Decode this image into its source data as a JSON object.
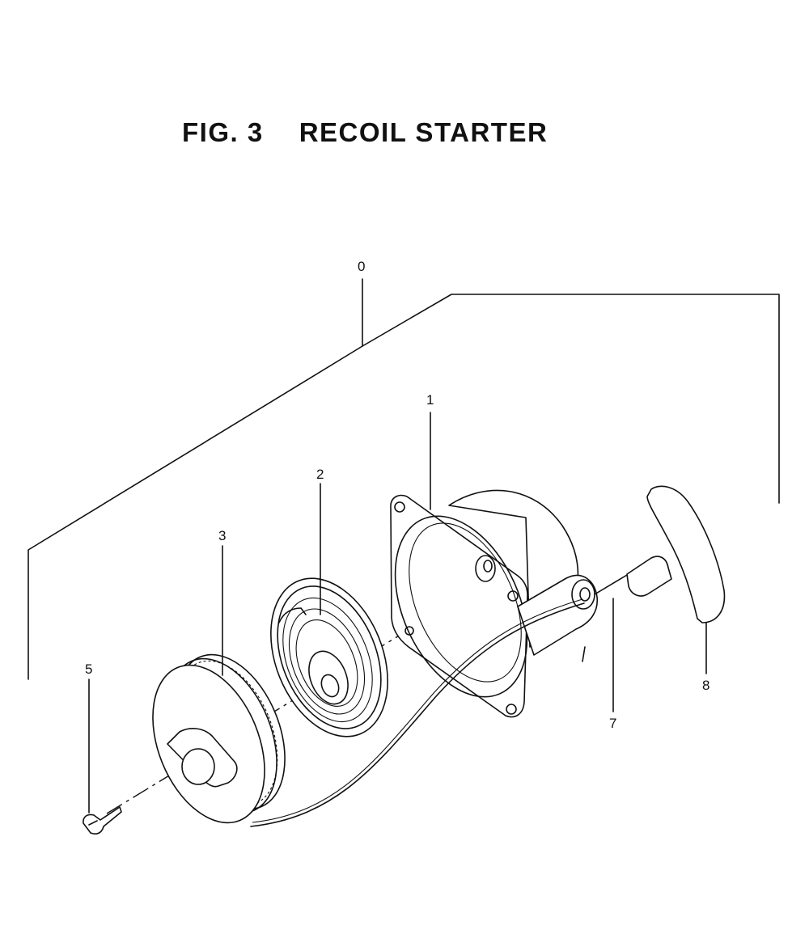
{
  "figure": {
    "number_label": "FIG. 3",
    "title": "RECOIL STARTER"
  },
  "callouts": [
    {
      "id": "0",
      "label": "0"
    },
    {
      "id": "1",
      "label": "1"
    },
    {
      "id": "2",
      "label": "2"
    },
    {
      "id": "3",
      "label": "3"
    },
    {
      "id": "5",
      "label": "5"
    },
    {
      "id": "7",
      "label": "7"
    },
    {
      "id": "8",
      "label": "8"
    }
  ]
}
